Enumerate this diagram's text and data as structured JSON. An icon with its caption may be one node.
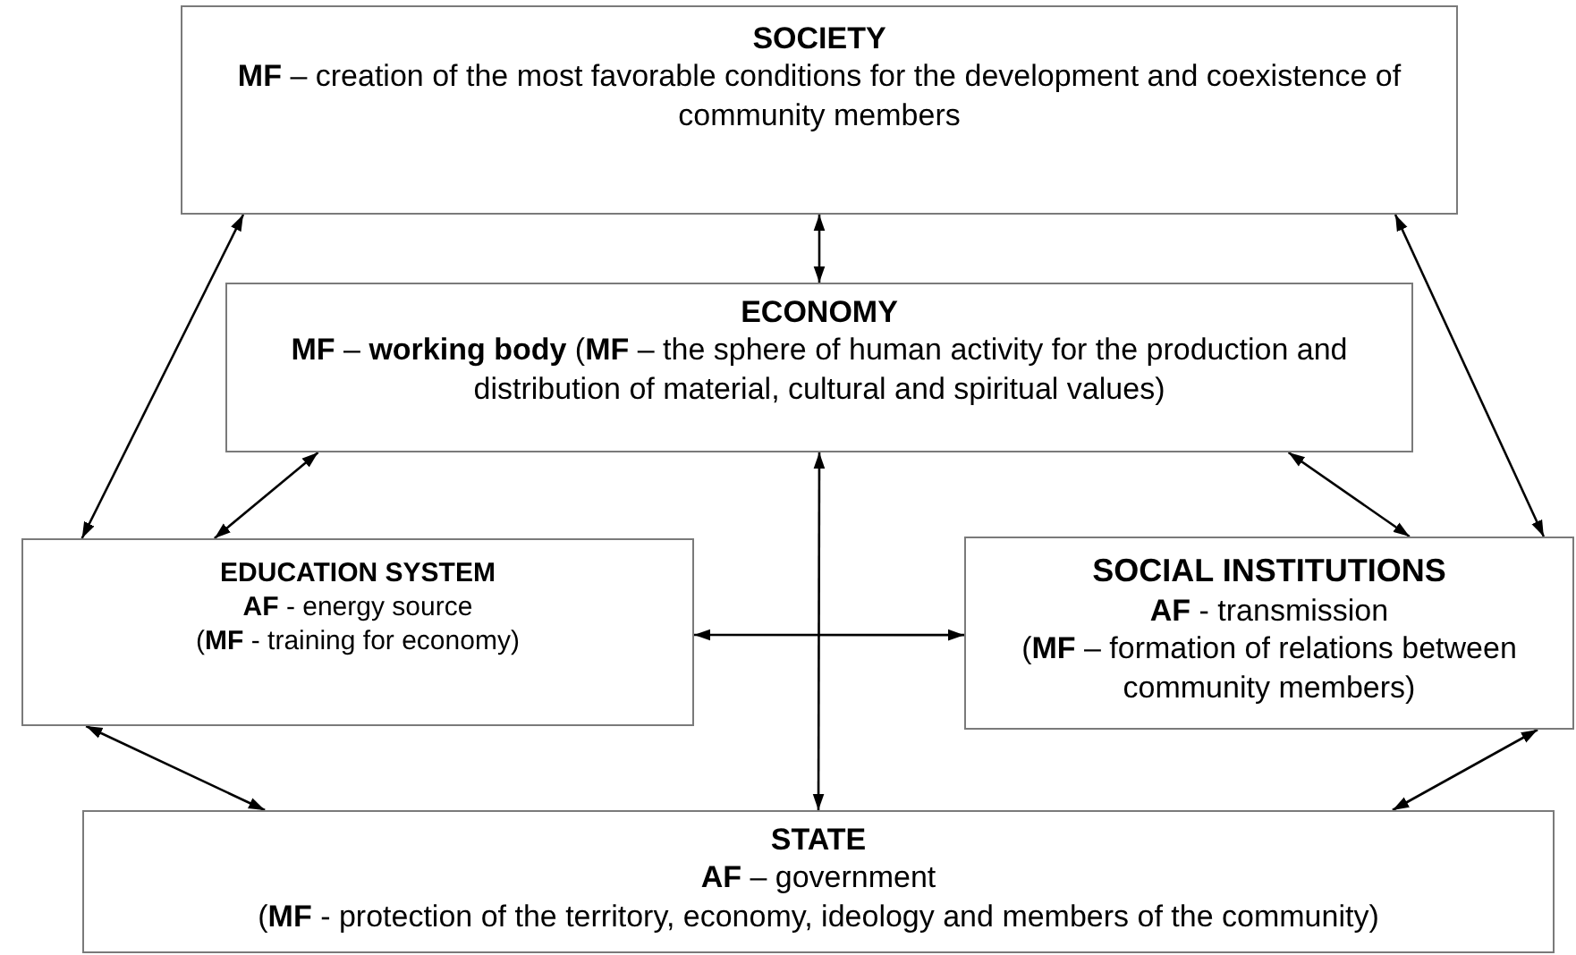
{
  "diagram": {
    "nodes": [
      {
        "text": [
          "SOCIETY",
          "**MF** – creation of the most favorable conditions for the development and coexistence of community members"
        ]
      },
      {
        "text": [
          "ECONOMY",
          "**MF** – **working body** (**MF** – the sphere of human activity for the production and distribution of material, cultural and spiritual values)"
        ]
      },
      {
        "text": [
          "EDUCATION SYSTEM",
          "**AF** - energy source",
          "(**MF** - training for economy)"
        ]
      },
      {
        "text": [
          "SOCIAL INSTITUTIONS",
          "**AF** - transmission",
          "(**MF** – formation of relations between community members)"
        ]
      },
      {
        "text": [
          "STATE",
          "**AF** – government",
          "(**MF** - protection of the territory, economy, ideology and members of the community)"
        ]
      }
    ],
    "edges": [
      {
        "from": 0,
        "to": 1,
        "arrow": "both"
      },
      {
        "from": 0,
        "to": 2,
        "arrow": "both"
      },
      {
        "from": 0,
        "to": 3,
        "arrow": "both"
      },
      {
        "from": 1,
        "to": 2,
        "arrow": "both"
      },
      {
        "from": 1,
        "to": 3,
        "arrow": "both"
      },
      {
        "from": 1,
        "to": 4,
        "arrow": "both"
      },
      {
        "from": 2,
        "to": 3,
        "arrow": "both"
      },
      {
        "from": 2,
        "to": 4,
        "arrow": "both"
      },
      {
        "from": 3,
        "to": 4,
        "arrow": "both"
      }
    ]
  }
}
